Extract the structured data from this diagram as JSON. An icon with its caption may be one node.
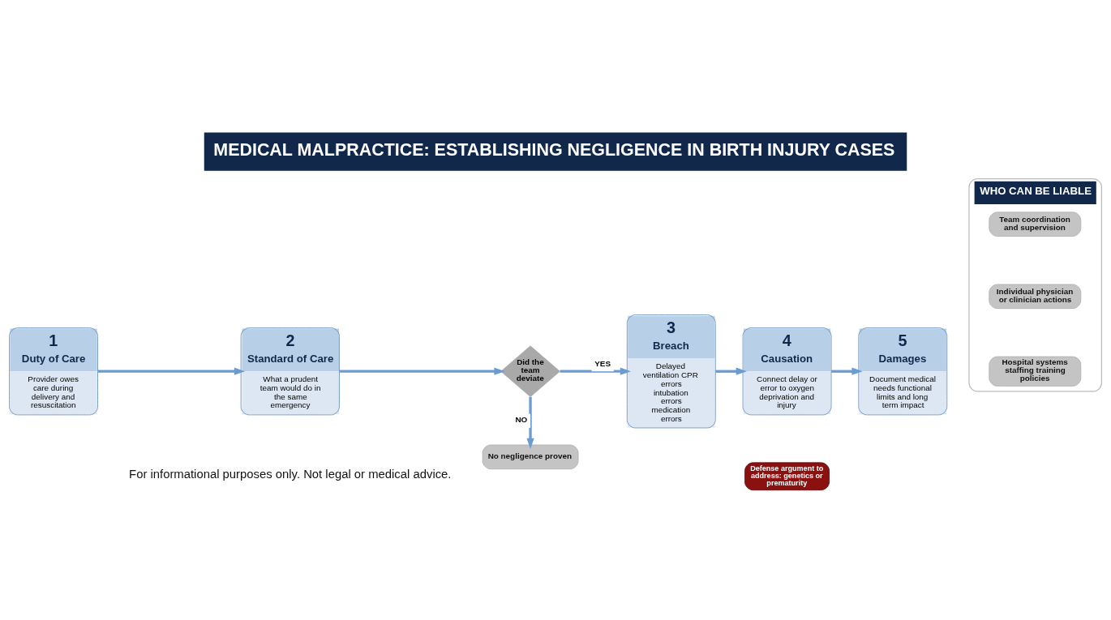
{
  "diagram": {
    "title": "MEDICAL MALPRACTICE: ESTABLISHING NEGLIGENCE IN BIRTH INJURY CASES",
    "caption": "For informational purposes only. Not legal or medical advice.",
    "nodes": [
      {
        "text": [
          "1",
          "Duty of Care",
          "Provider owes care during delivery and resuscitation"
        ]
      },
      {
        "text": [
          "2",
          "Standard of Care",
          "What a prudent team would do in the same emergency"
        ]
      },
      {
        "text": [
          "Did the team deviate"
        ]
      },
      {
        "text": [
          "No negligence proven"
        ]
      },
      {
        "text": [
          "3",
          "Breach",
          "Delayed ventilation CPR errors intubation errors medication errors"
        ]
      },
      {
        "text": [
          "4",
          "Causation",
          "Connect delay or error to oxygen deprivation and injury"
        ]
      },
      {
        "text": [
          "Defense argument to address: genetics or prematurity"
        ]
      },
      {
        "text": [
          "5",
          "Damages",
          "Document medical needs functional limits and long term impact"
        ]
      },
      {
        "text": [
          "WHO CAN BE LIABLE"
        ]
      },
      {
        "text": [
          "Hospital systems staffing training policies"
        ],
        "in": 8
      },
      {
        "text": [
          "Individual physician or clinician actions"
        ],
        "in": 8
      },
      {
        "text": [
          "Team coordination and supervision"
        ],
        "in": 8
      }
    ],
    "edges": [
      {
        "from": 0,
        "to": 1,
        "arrow": "to"
      },
      {
        "from": 1,
        "to": 2,
        "arrow": "to"
      },
      {
        "from": 2,
        "to": 4,
        "arrow": "to",
        "label": "YES"
      },
      {
        "from": 2,
        "to": 3,
        "arrow": "to",
        "label": "NO"
      },
      {
        "from": 4,
        "to": 5,
        "arrow": "to"
      },
      {
        "from": 5,
        "to": 7,
        "arrow": "to"
      }
    ]
  }
}
